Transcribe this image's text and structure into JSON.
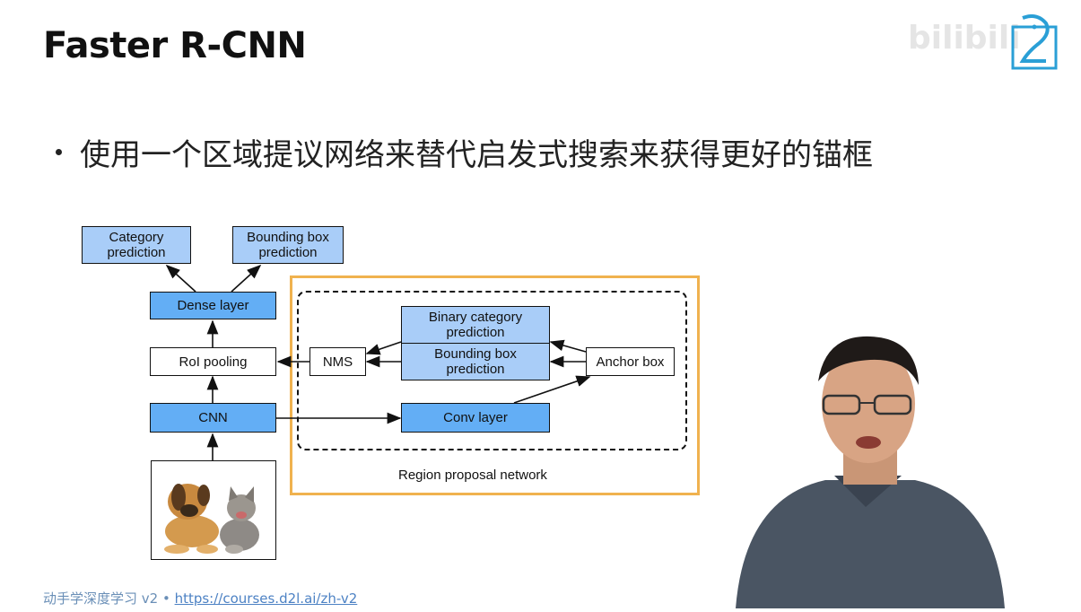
{
  "slide": {
    "title": "Faster R-CNN",
    "bullet": "使用一个区域提议网络来替代启发式搜索来获得更好的锚框",
    "footer_text": "动手学深度学习 v2 • ",
    "footer_link": "https://courses.d2l.ai/zh-v2",
    "watermark": "bilibili"
  },
  "diagram": {
    "category_prediction": "Category\nprediction",
    "bbox_prediction_top": "Bounding box\nprediction",
    "dense_layer": "Dense layer",
    "roi_pooling": "RoI pooling",
    "cnn": "CNN",
    "nms": "NMS",
    "binary_category_prediction": "Binary category\nprediction",
    "bbox_prediction_rpn": "Bounding box\nprediction",
    "anchor_box": "Anchor box",
    "conv_layer": "Conv layer",
    "rpn_label": "Region proposal network"
  },
  "colors": {
    "light_blue": "#a9cdf8",
    "blue": "#63aef5",
    "rpn_border": "#f0b24f"
  }
}
